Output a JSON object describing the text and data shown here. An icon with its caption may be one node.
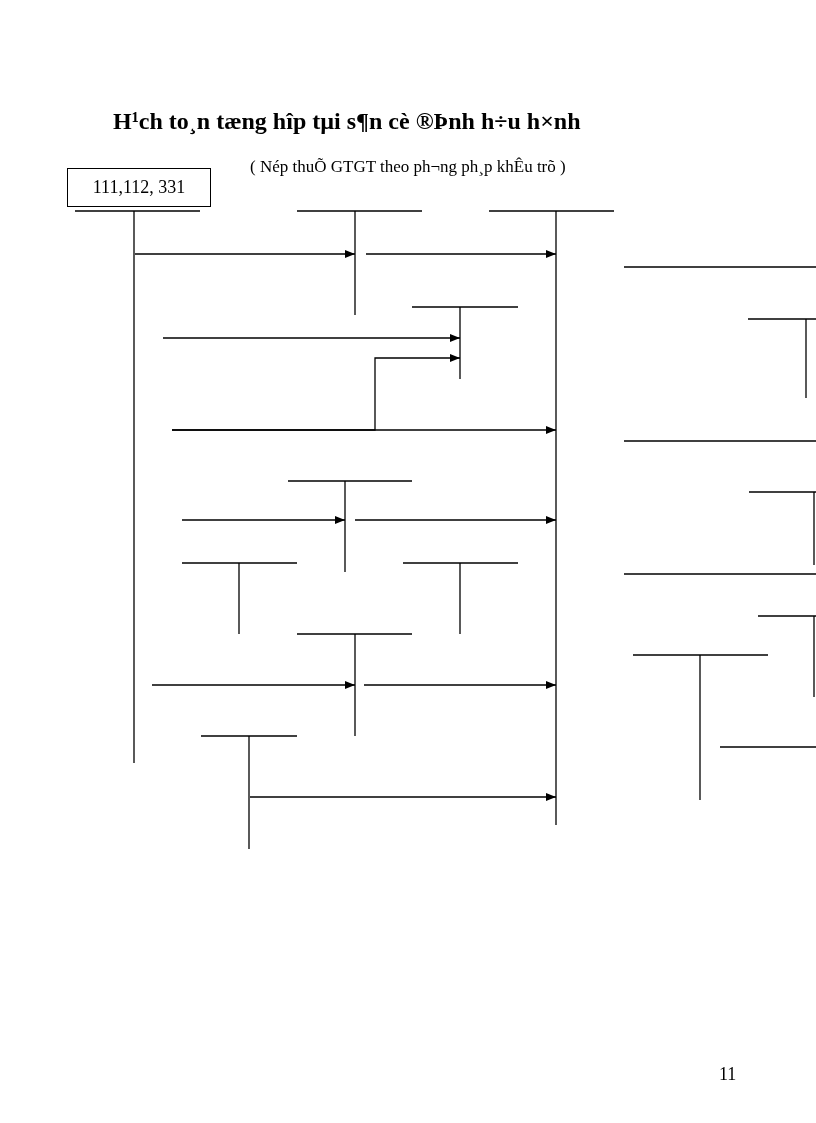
{
  "diagram": {
    "title": "H¹ch to¸n tæng hîp tµi s¶n cè ®Þnh h÷u h×nh",
    "nodes": [
      {
        "text": [
          "111,112, 331"
        ]
      },
      {
        "text": [],
        "shape": "t-account"
      },
      {
        "text": [],
        "shape": "t-account"
      },
      {
        "text": [],
        "shape": "t-account"
      },
      {
        "text": [],
        "shape": "t-account"
      },
      {
        "text": [],
        "shape": "t-account"
      },
      {
        "text": [],
        "shape": "t-account"
      },
      {
        "text": [],
        "shape": "t-account"
      },
      {
        "text": [],
        "shape": "t-account"
      },
      {
        "text": [],
        "shape": "t-account"
      },
      {
        "text": [],
        "shape": "t-account"
      },
      {
        "text": [],
        "shape": "t-account"
      },
      {
        "text": [],
        "shape": "t-account"
      }
    ],
    "edges": [
      {
        "from": 0,
        "to": 1,
        "arrow": "to"
      },
      {
        "from": 1,
        "to": 2,
        "arrow": "to"
      },
      {
        "from": 0,
        "to": 3,
        "arrow": "to"
      },
      {
        "from": 0,
        "to": 2,
        "arrow": "to"
      },
      {
        "from": 0,
        "to": 3,
        "arrow": "to"
      },
      {
        "from": 0,
        "to": 5,
        "arrow": "to"
      },
      {
        "from": 5,
        "to": 2,
        "arrow": "to"
      },
      {
        "from": 0,
        "to": 10,
        "arrow": "to"
      },
      {
        "from": 10,
        "to": 2,
        "arrow": "to"
      },
      {
        "from": 12,
        "to": 2,
        "arrow": "to"
      }
    ],
    "labels": [
      "( Nép thuÕ GTGT theo ph¬ng ph¸p khÊu trõ )",
      "11"
    ]
  }
}
